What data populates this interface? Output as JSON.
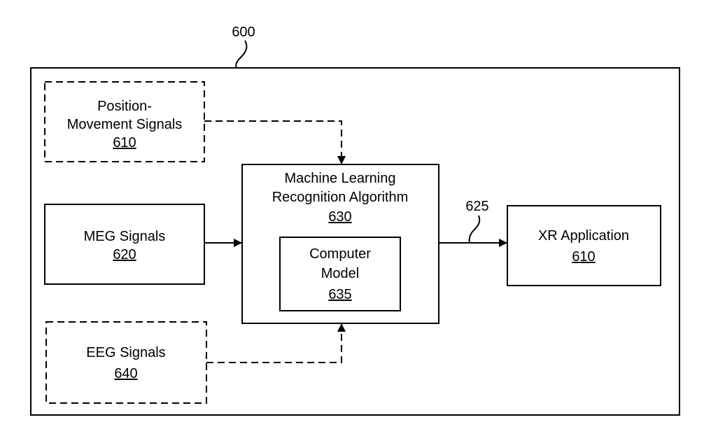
{
  "figure": {
    "reference": "600",
    "blocks": {
      "position_movement": {
        "lines": [
          "Position-",
          "Movement Signals"
        ],
        "ref": "610",
        "style": "dashed"
      },
      "meg": {
        "lines": [
          "MEG Signals"
        ],
        "ref": "620",
        "style": "solid"
      },
      "eeg": {
        "lines": [
          "EEG Signals"
        ],
        "ref": "640",
        "style": "dashed"
      },
      "ml_algorithm": {
        "lines": [
          "Machine Learning",
          "Recognition Algorithm"
        ],
        "ref": "630",
        "style": "solid"
      },
      "computer_model": {
        "lines": [
          "Computer",
          "Model"
        ],
        "ref": "635",
        "style": "solid"
      },
      "xr_application": {
        "lines": [
          "XR Application"
        ],
        "ref": "610",
        "style": "solid"
      }
    },
    "connections": {
      "output_ref": "625"
    }
  }
}
